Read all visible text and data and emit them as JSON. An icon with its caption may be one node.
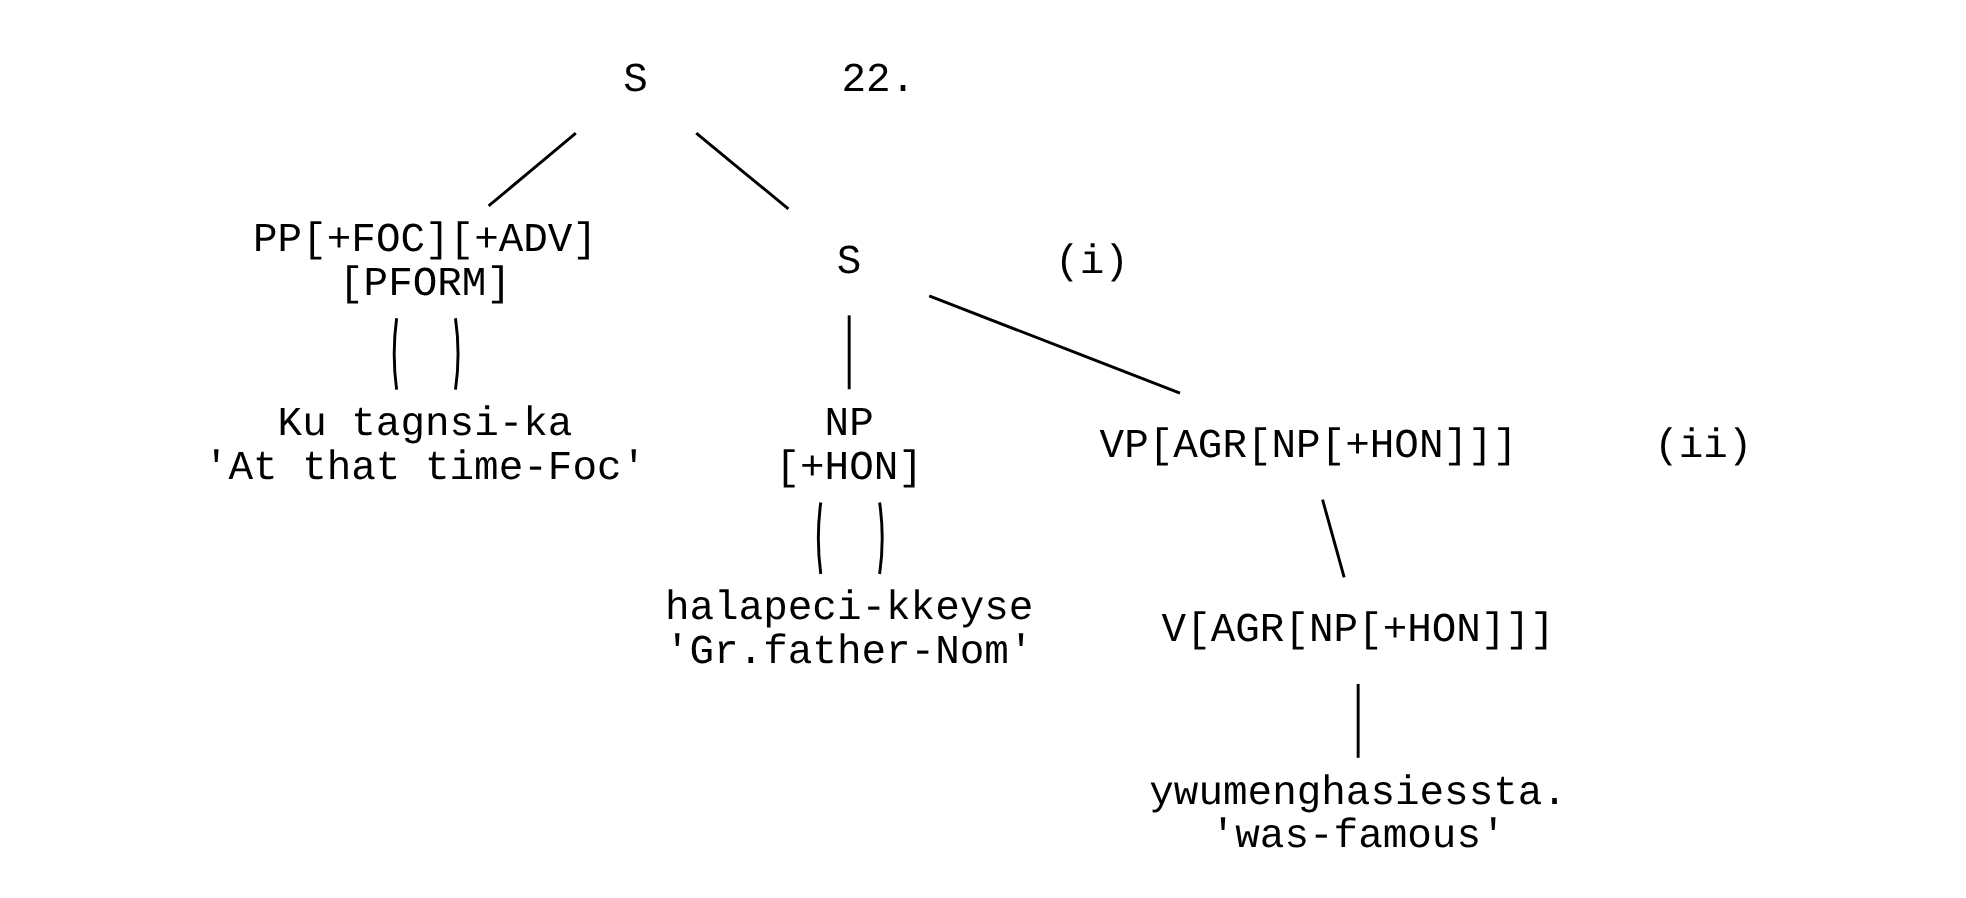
{
  "diagram": {
    "nodes": [
      {
        "text": [
          "S"
        ]
      },
      {
        "text": [
          "PP[+FOC][+ADV]",
          "[PFORM]"
        ]
      },
      {
        "text": [
          "S"
        ]
      },
      {
        "text": [
          "Ku tagnsi-ka",
          "'At that time-Foc'"
        ]
      },
      {
        "text": [
          "NP",
          "[+HON]"
        ]
      },
      {
        "text": [
          "VP[AGR[NP[+HON]]]"
        ]
      },
      {
        "text": [
          "V[AGR[NP[+HON]]]"
        ]
      },
      {
        "text": [
          "halapeci-kkeyse",
          "'Gr.father-Nom'"
        ]
      },
      {
        "text": [
          "ywumenghasiessta.",
          "'was-famous'"
        ]
      }
    ],
    "edges": [
      {
        "from": 0,
        "to": 1,
        "arrow": "none"
      },
      {
        "from": 0,
        "to": 2,
        "arrow": "none"
      },
      {
        "from": 1,
        "to": 3,
        "arrow": "none"
      },
      {
        "from": 1,
        "to": 3,
        "arrow": "none"
      },
      {
        "from": 2,
        "to": 4,
        "arrow": "none"
      },
      {
        "from": 2,
        "to": 5,
        "arrow": "none"
      },
      {
        "from": 4,
        "to": 7,
        "arrow": "none"
      },
      {
        "from": 4,
        "to": 7,
        "arrow": "none"
      },
      {
        "from": 5,
        "to": 6,
        "arrow": "none"
      },
      {
        "from": 6,
        "to": 8,
        "arrow": "none"
      }
    ],
    "labels": [
      "22.",
      "(i)",
      "(ii)"
    ]
  }
}
